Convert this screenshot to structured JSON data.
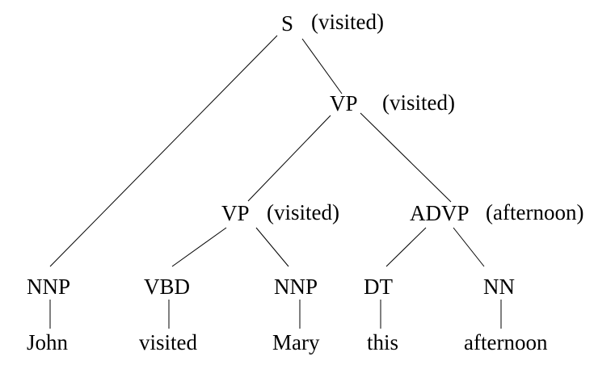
{
  "colors": {
    "text": "#000000",
    "edge": "#000000",
    "background": "#ffffff"
  },
  "tree": {
    "root": {
      "label": "S",
      "head": "(visited)",
      "children": [
        {
          "label": "NNP",
          "children": [
            {
              "label": "John"
            }
          ]
        },
        {
          "label": "VP",
          "head": "(visited)",
          "children": [
            {
              "label": "VP",
              "head": "(visited)",
              "children": [
                {
                  "label": "VBD",
                  "children": [
                    {
                      "label": "visited"
                    }
                  ]
                },
                {
                  "label": "NNP",
                  "children": [
                    {
                      "label": "Mary"
                    }
                  ]
                }
              ]
            },
            {
              "label": "ADVP",
              "head": "(afternoon)",
              "children": [
                {
                  "label": "DT",
                  "children": [
                    {
                      "label": "this"
                    }
                  ]
                },
                {
                  "label": "NN",
                  "children": [
                    {
                      "label": "afternoon"
                    }
                  ]
                }
              ]
            }
          ]
        }
      ]
    }
  }
}
